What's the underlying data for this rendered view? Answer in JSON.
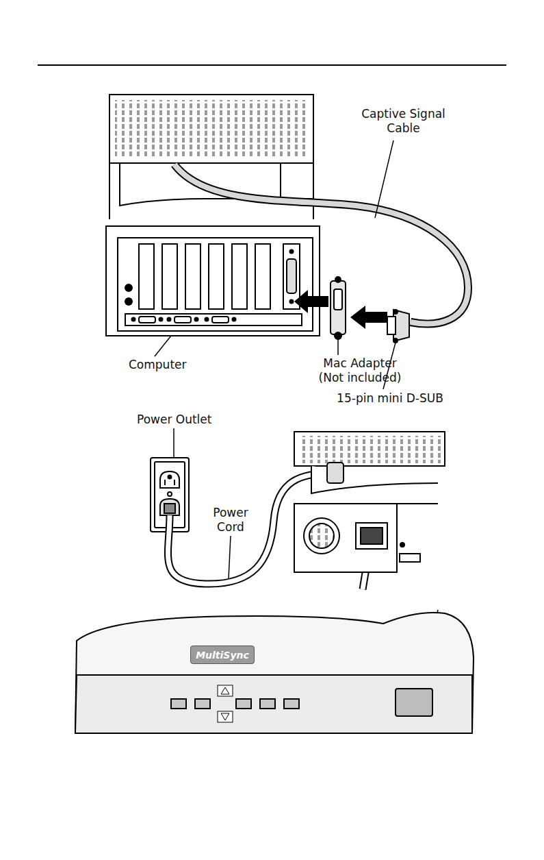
{
  "diagram": {
    "nodes": [
      {
        "text": [
          "MultiSync"
        ]
      }
    ],
    "labels": [
      "Captive Signal Cable",
      "Computer",
      "Mac Adapter (Not included)",
      "15-pin mini D-SUB",
      "Power Outlet",
      "Power Cord"
    ]
  }
}
